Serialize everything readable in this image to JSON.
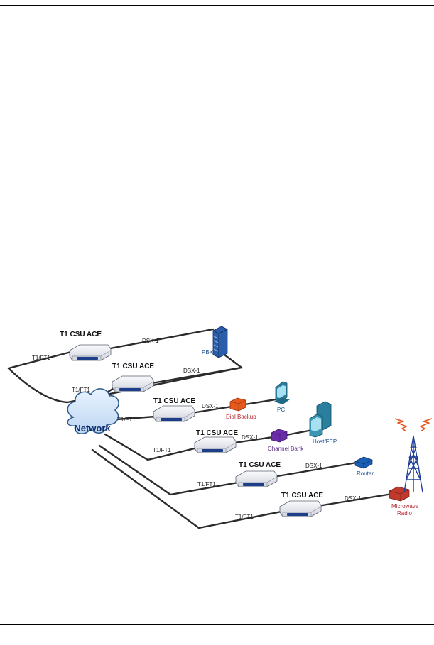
{
  "network": {
    "label": "Network"
  },
  "csu_units": [
    {
      "label": "T1 CSU ACE",
      "line_in": "T1/FT1",
      "line_out": "DSX-1"
    },
    {
      "label": "T1 CSU ACE",
      "line_in": "T1/FT1",
      "line_out": "DSX-1"
    },
    {
      "label": "T1 CSU ACE",
      "line_in": "T1/FT1",
      "line_out": "DSX-1"
    },
    {
      "label": "T1 CSU ACE",
      "line_in": "T1/FT1",
      "line_out": "DSX-1"
    },
    {
      "label": "T1 CSU ACE",
      "line_in": "T1/FT1",
      "line_out": "DSX-1"
    },
    {
      "label": "T1 CSU ACE",
      "line_in": "T1/FT1",
      "line_out": "DSX-1"
    }
  ],
  "devices": {
    "pbx": "PBX",
    "dial_backup": "Dial Backup",
    "pc": "PC",
    "channel_bank": "Channel Bank",
    "host_fep": "Host/FEP",
    "router": "Router",
    "microwave_line1": "Microwave",
    "microwave_line2": "Radio"
  },
  "colors": {
    "wire": "#2b2b2b",
    "device_blue": "#1a5fb4",
    "device_red": "#c0392b",
    "device_orange": "#e8581c",
    "device_purple": "#6a2fa8",
    "device_teal": "#2a7f9e",
    "label_blue": "#1f4e8c",
    "label_red": "#b3262d",
    "label_purple": "#5a2a8a"
  }
}
